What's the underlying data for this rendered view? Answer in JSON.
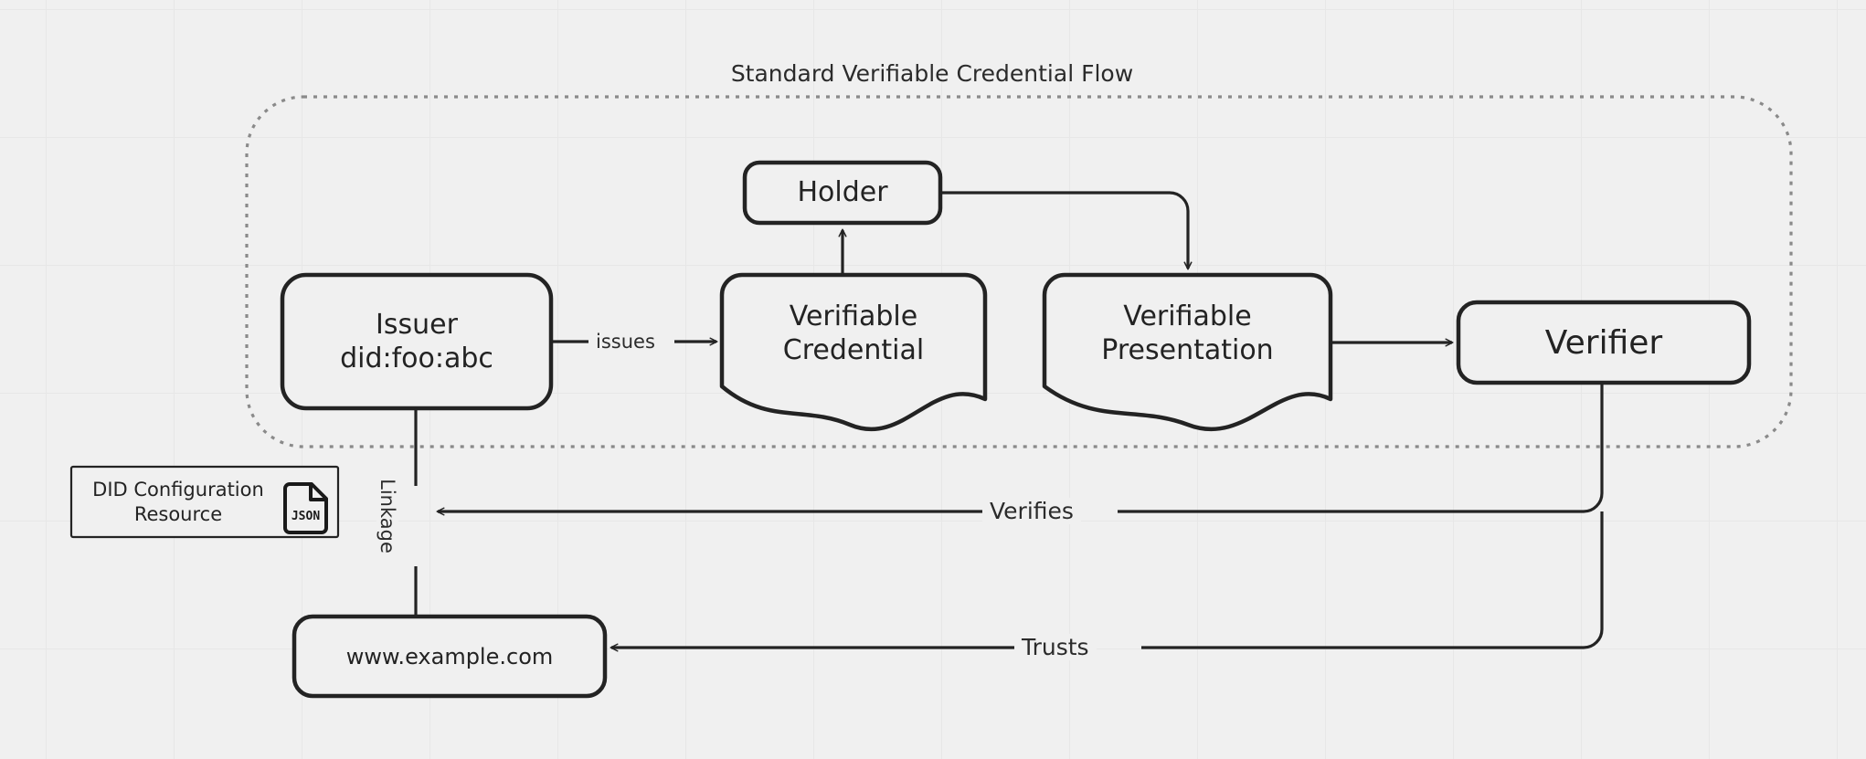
{
  "diagram": {
    "type": "flow-diagram",
    "background_color": "#f0f0f0",
    "grid_color": "#e7e7e7",
    "stroke_color": "#232323",
    "group_stroke_color": "#8a8a8a",
    "group": {
      "title": "Standard Verifiable Credential Flow",
      "border_style": "dotted"
    },
    "nodes": [
      {
        "id": "issuer",
        "label": "Issuer\ndid:foo:abc",
        "shape": "rounded-rect",
        "font_size": 30
      },
      {
        "id": "holder",
        "label": "Holder",
        "shape": "rounded-rect",
        "font_size": 30
      },
      {
        "id": "verifiable-credential",
        "label": "Verifiable\nCredential",
        "shape": "document",
        "font_size": 30
      },
      {
        "id": "verifiable-presentation",
        "label": "Verifiable\nPresentation",
        "shape": "document",
        "font_size": 30
      },
      {
        "id": "verifier",
        "label": "Verifier",
        "shape": "rounded-rect",
        "font_size": 36
      },
      {
        "id": "did-configuration-resource",
        "label": "DID Configuration\nResource",
        "shape": "rect",
        "font_size": 21,
        "icon": "json-file-icon",
        "icon_text": "JSON"
      },
      {
        "id": "website",
        "label": "www.example.com",
        "shape": "rounded-rect",
        "font_size": 24
      }
    ],
    "edges": [
      {
        "id": "issues",
        "label": "issues",
        "from": "issuer",
        "to": "verifiable-credential",
        "font_size": 21
      },
      {
        "id": "vc-to-holder",
        "label": "",
        "from": "verifiable-credential",
        "to": "holder"
      },
      {
        "id": "holder-to-vp",
        "label": "",
        "from": "holder",
        "to": "verifiable-presentation"
      },
      {
        "id": "vp-to-verifier",
        "label": "",
        "from": "verifiable-presentation",
        "to": "verifier"
      },
      {
        "id": "linkage",
        "label": "Linkage",
        "from": "issuer",
        "to": "website",
        "font_size": 21,
        "orientation": "vertical"
      },
      {
        "id": "verifies",
        "label": "Verifies",
        "from": "verifier",
        "to": "did-configuration-resource",
        "font_size": 25
      },
      {
        "id": "trusts",
        "label": "Trusts",
        "from": "verifier",
        "to": "website",
        "font_size": 25
      }
    ]
  }
}
